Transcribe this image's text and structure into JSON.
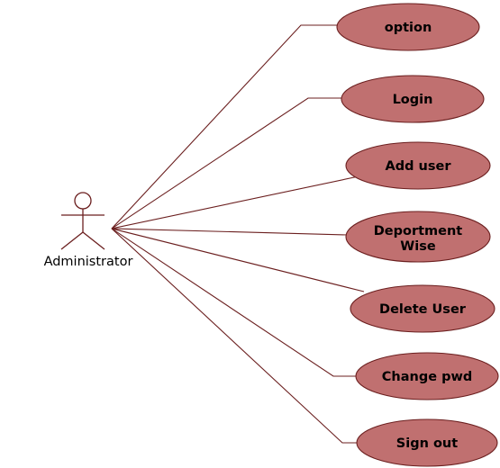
{
  "actor": {
    "name": "Administrator"
  },
  "use_cases": [
    {
      "label": "option"
    },
    {
      "label": "Login"
    },
    {
      "label": "Add user"
    },
    {
      "label": "Deportment Wise"
    },
    {
      "label": "Delete User"
    },
    {
      "label": "Change pwd"
    },
    {
      "label": "Sign out"
    }
  ],
  "colors": {
    "line": "#6b1f1f",
    "use_case_fill": "#c07070",
    "use_case_stroke": "#6b1f1f",
    "text": "#000000"
  }
}
